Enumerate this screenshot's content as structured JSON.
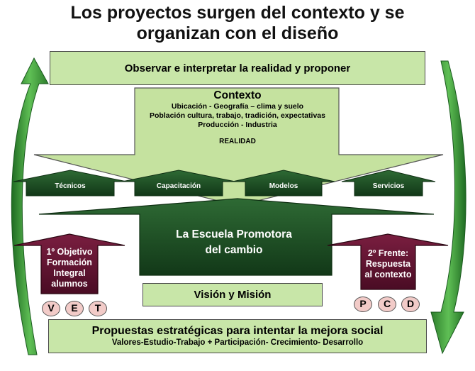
{
  "title": {
    "line1": "Los proyectos surgen del contexto y se",
    "line2": "organizan con el diseño"
  },
  "observe_box": "Observar e interpretar la realidad y proponer",
  "context": {
    "heading": "Contexto",
    "lines": [
      "Ubicación - Geografía – clima y suelo",
      "Población cultura, trabajo, tradición, expectativas",
      "Producción - Industria"
    ],
    "reality": "REALIDAD"
  },
  "support_arrows": [
    "Técnicos",
    "Capacitación",
    "Modelos",
    "Servicios"
  ],
  "school": {
    "line1": "La Escuela Promotora",
    "line2": "del cambio"
  },
  "left_arrow": {
    "lines": [
      "1º Objetivo",
      "Formación",
      "Integral",
      "alumnos"
    ],
    "circles": [
      "V",
      "E",
      "T"
    ]
  },
  "right_arrow": {
    "lines": [
      "2º Frente:",
      "Respuesta",
      "al contexto"
    ],
    "circles": [
      "P",
      "C",
      "D"
    ]
  },
  "vision_box": "Visión y Misión",
  "proposals": {
    "main": "Propuestas estratégicas para intentar la mejora social",
    "sub": "Valores-Estudio-Trabajo + Participación- Crecimiento- Desarrollo"
  },
  "colors": {
    "light_green": "#c8e6a8",
    "context_arrow": "#c5e29f",
    "dark_green": "#1e4a22",
    "maroon": "#5e1230",
    "pink_circle": "#f2cbc8",
    "side_arc": "#3f9a3a"
  }
}
